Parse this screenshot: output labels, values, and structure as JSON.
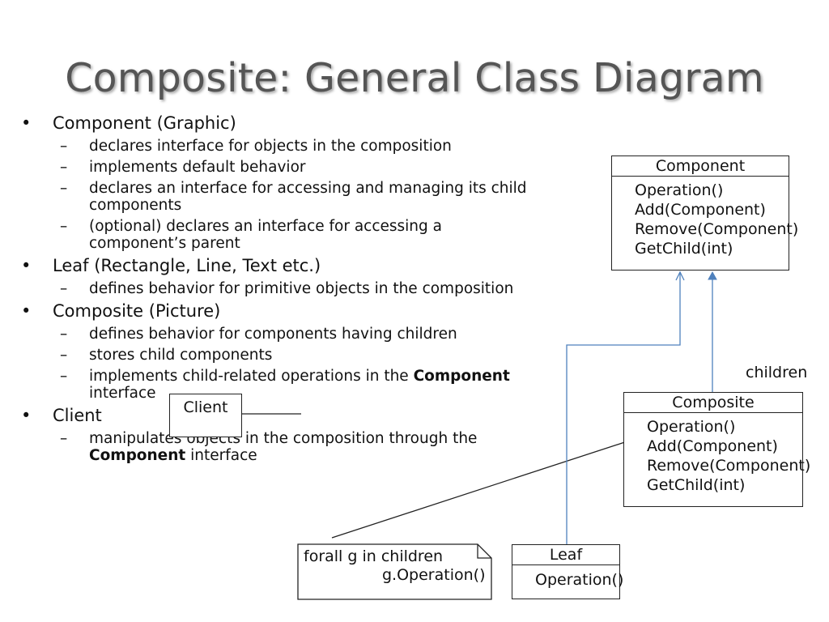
{
  "title": "Composite: General Class Diagram",
  "bullets": [
    {
      "text": "Component (Graphic)",
      "subs": [
        "declares interface for objects in the composition",
        "implements default behavior",
        "declares an interface for accessing and managing its child\ncomponents",
        "(optional) declares an interface for accessing a\ncomponent’s parent"
      ]
    },
    {
      "text": "Leaf (Rectangle, Line, Text etc.)",
      "subs": [
        "defines behavior for primitive objects in the composition"
      ]
    },
    {
      "text": "Composite (Picture)",
      "subs": [
        "defines behavior for components having children",
        "stores child components",
        "implements child-related operations in the ",
        "interface"
      ],
      "bold_word": "Component"
    },
    {
      "text": "Client",
      "subs": [
        "manipulates objects in the composition through the",
        "interface"
      ],
      "bold_word": "Component"
    }
  ],
  "diagram": {
    "component": {
      "name": "Component",
      "ops": [
        "Operation()",
        "Add(Component)",
        "Remove(Component)",
        "GetChild(int)"
      ]
    },
    "composite": {
      "name": "Composite",
      "ops": [
        "Operation()",
        "Add(Component)",
        "Remove(Component)",
        "GetChild(int)"
      ]
    },
    "leaf": {
      "name": "Leaf",
      "ops": [
        "Operation()"
      ]
    },
    "client": {
      "name": "Client"
    },
    "children_label": "children",
    "note": {
      "line1": "forall g in children",
      "line2": "g.Operation()"
    }
  },
  "colors": {
    "title": "#555555",
    "arrow": "#4f81bd",
    "line": "#222222"
  }
}
